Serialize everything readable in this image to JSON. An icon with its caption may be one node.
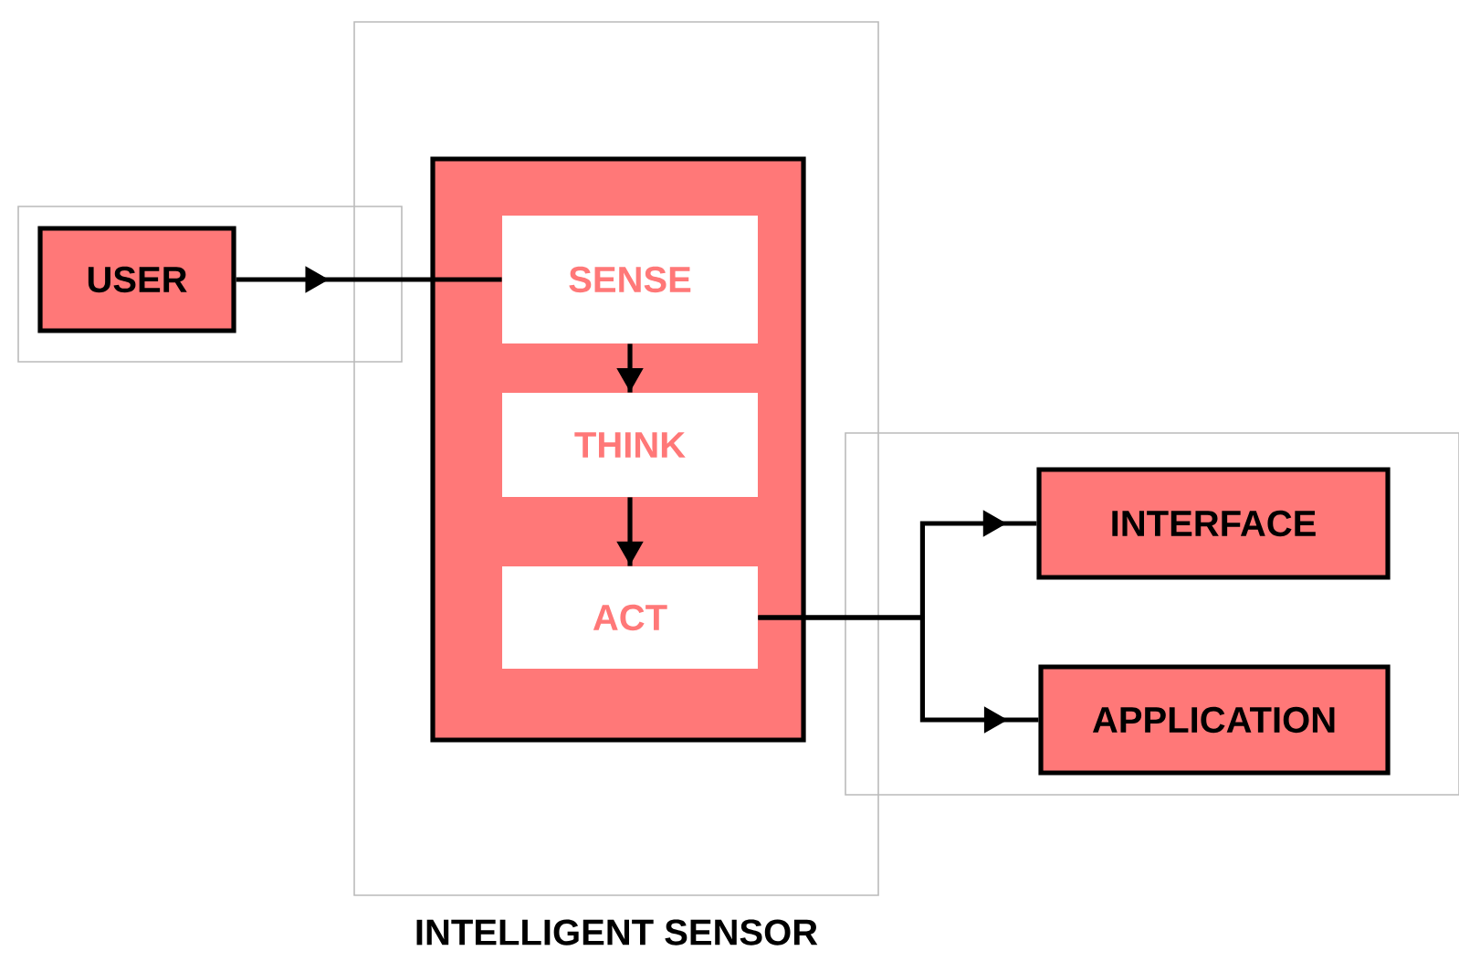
{
  "diagram": {
    "nodes": [
      {
        "text": [],
        "shape": "box"
      },
      {
        "text": [
          "USER"
        ],
        "in": 0
      },
      {
        "text": [
          "INTELLIGENT SENSOR"
        ]
      },
      {
        "text": [],
        "shape": "box",
        "in": 2
      },
      {
        "text": [
          "SENSE"
        ],
        "in": 3
      },
      {
        "text": [
          "THINK"
        ],
        "in": 3
      },
      {
        "text": [
          "ACT"
        ],
        "in": 3
      },
      {
        "text": [],
        "shape": "box"
      },
      {
        "text": [
          "INTERFACE"
        ],
        "in": 7
      },
      {
        "text": [
          "APPLICATION"
        ],
        "in": 7
      }
    ],
    "edges": [
      {
        "from": 1,
        "to": 4,
        "arrow": "to"
      },
      {
        "from": 4,
        "to": 5,
        "arrow": "to"
      },
      {
        "from": 5,
        "to": 6,
        "arrow": "to"
      },
      {
        "from": 6,
        "to": 8,
        "arrow": "to"
      },
      {
        "from": 6,
        "to": 9,
        "arrow": "to"
      }
    ]
  }
}
